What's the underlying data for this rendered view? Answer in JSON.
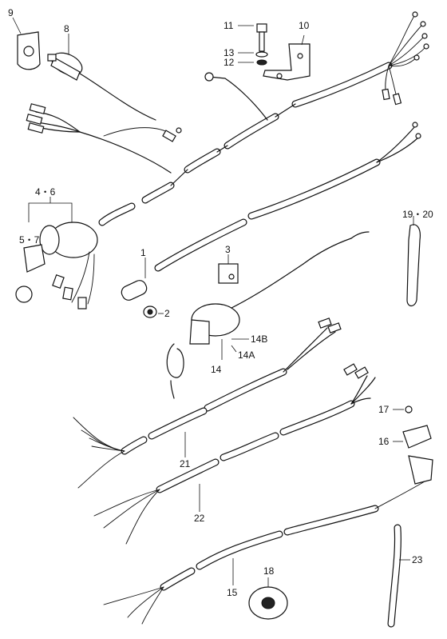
{
  "diagram": {
    "callouts": {
      "p1": "1",
      "p2": "2",
      "p3": "3",
      "p4_6": "4・6",
      "p5_7": "5・7",
      "p8": "8",
      "p9": "9",
      "p10": "10",
      "p11": "11",
      "p12": "12",
      "p13": "13",
      "p14": "14",
      "p14A": "14A",
      "p14B": "14B",
      "p15": "15",
      "p16": "16",
      "p17": "17",
      "p18": "18",
      "p19_20": "19・20",
      "p21": "21",
      "p22": "22",
      "p23": "23"
    }
  }
}
